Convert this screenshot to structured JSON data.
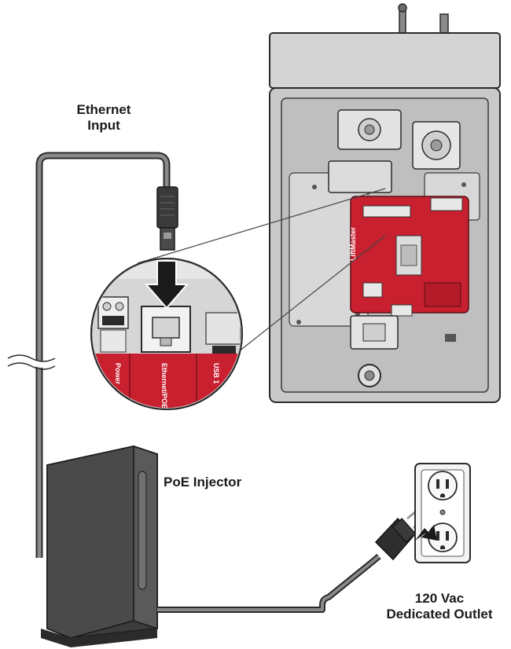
{
  "labels": {
    "ethernet_input_line1": "Ethernet",
    "ethernet_input_line2": "Input",
    "poe_injector": "PoE Injector",
    "outlet_line1": "120 Vac",
    "outlet_line2": "Dedicated Outlet"
  },
  "board_labels": {
    "power": "Power",
    "ethernet_poe": "Ethernet/POE",
    "usb": "USB 1",
    "brand": "LiftMaster"
  },
  "colors": {
    "board_red": "#c8202f",
    "housing_gray": "#c9c9c9",
    "injector_dark": "#4a4a4a",
    "cable_gray": "#6b6b6b",
    "outline": "#2b2b2b"
  }
}
